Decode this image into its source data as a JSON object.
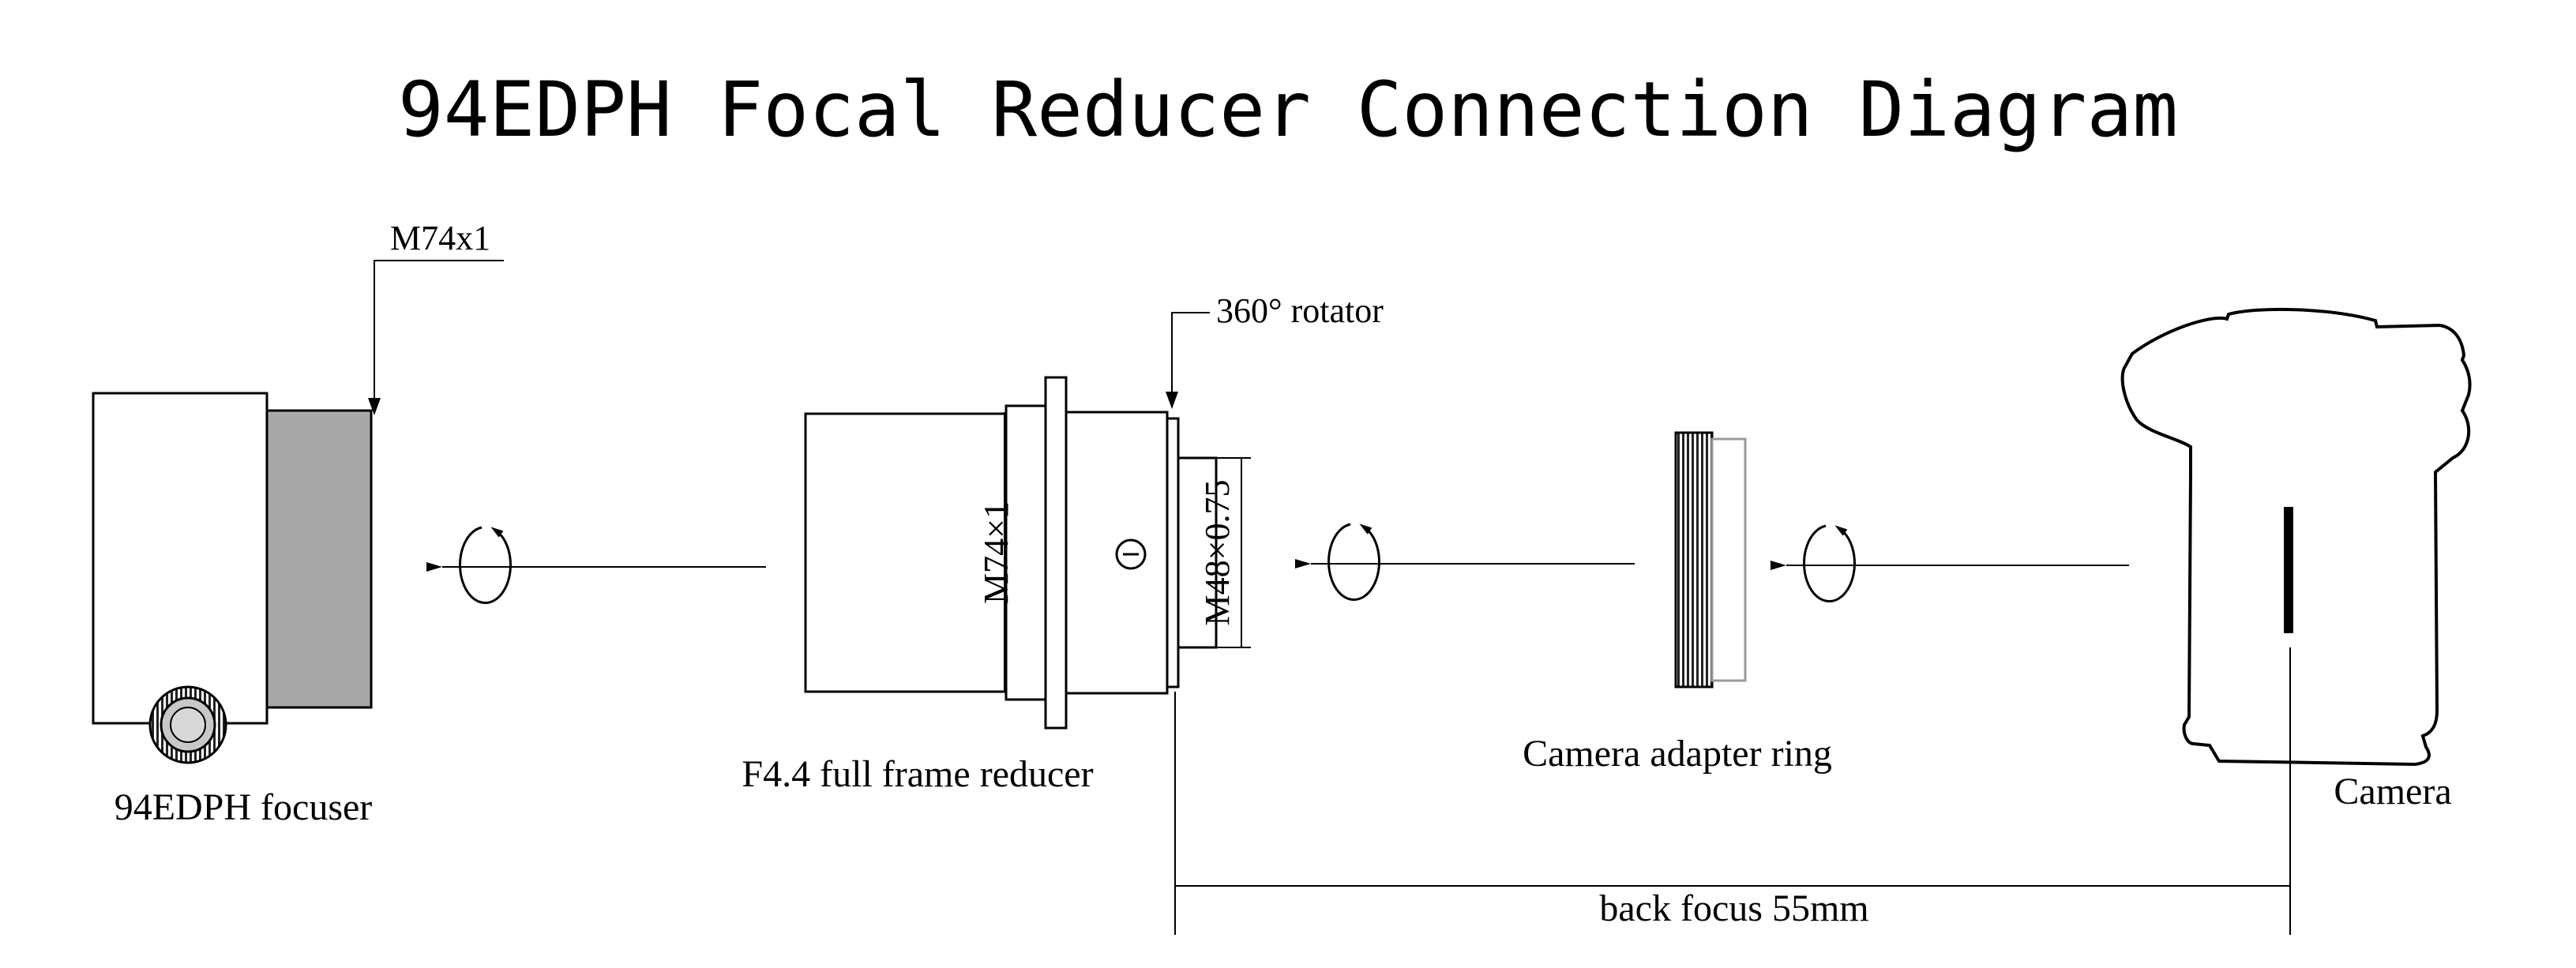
{
  "title": "94EDPH Focal Reducer Connection Diagram",
  "labels": {
    "thread_focuser": "M74x1",
    "rotator": "360° rotator",
    "focuser": "94EDPH focuser",
    "reducer": "F4.4 full frame reducer",
    "reducer_thread_in": "M74×1",
    "reducer_thread_out": "M48×0.75",
    "adapter_ring": "Camera adapter ring",
    "camera": "Camera",
    "back_focus": "back focus 55mm"
  },
  "colors": {
    "line": "#000000",
    "focuser_drawtube": "#a8a8a8",
    "background": "#ffffff"
  },
  "icons": [
    "rotate-arrow-icon",
    "left-arrow-icon"
  ]
}
